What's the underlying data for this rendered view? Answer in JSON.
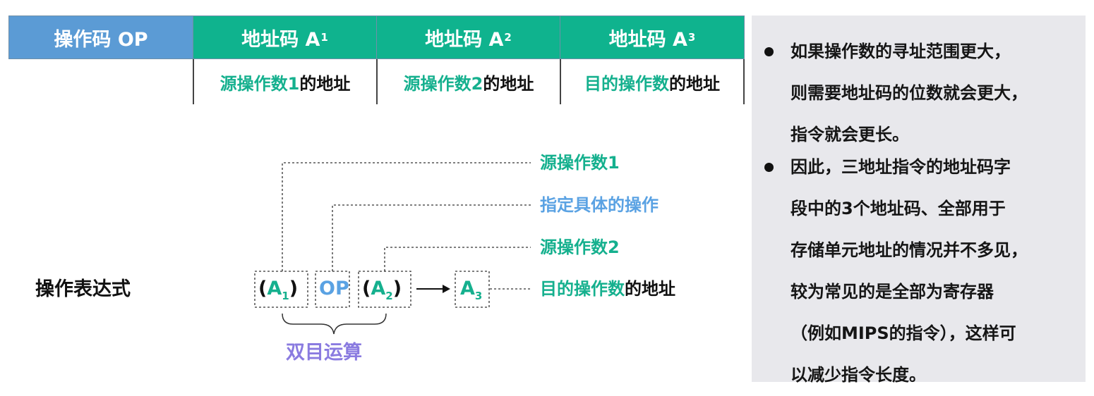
{
  "format_table": {
    "header": {
      "op": "操作码 OP",
      "a1_prefix": "地址码 A",
      "a1_sub": "1",
      "a2_prefix": "地址码 A",
      "a2_sub": "2",
      "a3_prefix": "地址码 A",
      "a3_sub": "3"
    },
    "descriptions": {
      "a1_colored": "源操作数1",
      "a1_rest": "的地址",
      "a2_colored": "源操作数2",
      "a2_rest": "的地址",
      "a3_colored": "目的操作数",
      "a3_rest": "的地址"
    }
  },
  "expression": {
    "label": "操作表达式",
    "tokens": {
      "a1_letter": "A",
      "a1_sub": "1",
      "op": "OP",
      "a2_letter": "A",
      "a2_sub": "2",
      "a3_letter": "A",
      "a3_sub": "3",
      "lparen": "(",
      "rparen": ")"
    },
    "annotations": {
      "source1": "源操作数1",
      "operation": "指定具体的操作",
      "source2": "源操作数2",
      "dest_colored": "目的操作数",
      "dest_rest": "的地址"
    },
    "brace_label": "双目运算"
  },
  "notes": {
    "bullet1_lines": [
      "如果操作数的寻址范围更大，",
      "则需要地址码的位数就会更大，",
      "指令就会更长。"
    ],
    "bullet2_lines": [
      "因此，三地址指令的地址码字",
      "段中的3个地址码、全部用于",
      "存储单元地址的情况并不多见，",
      "较为常见的是全部为寄存器",
      "（例如MIPS的指令），这样可",
      "以减少指令长度。"
    ]
  },
  "colors": {
    "op_header": "#5b9bd5",
    "addr_header": "#0fb38e",
    "teal_text": "#15b08e",
    "blue_text": "#5aa2e3",
    "purple_text": "#8a7be0",
    "panel_bg": "#e8e8ec"
  }
}
